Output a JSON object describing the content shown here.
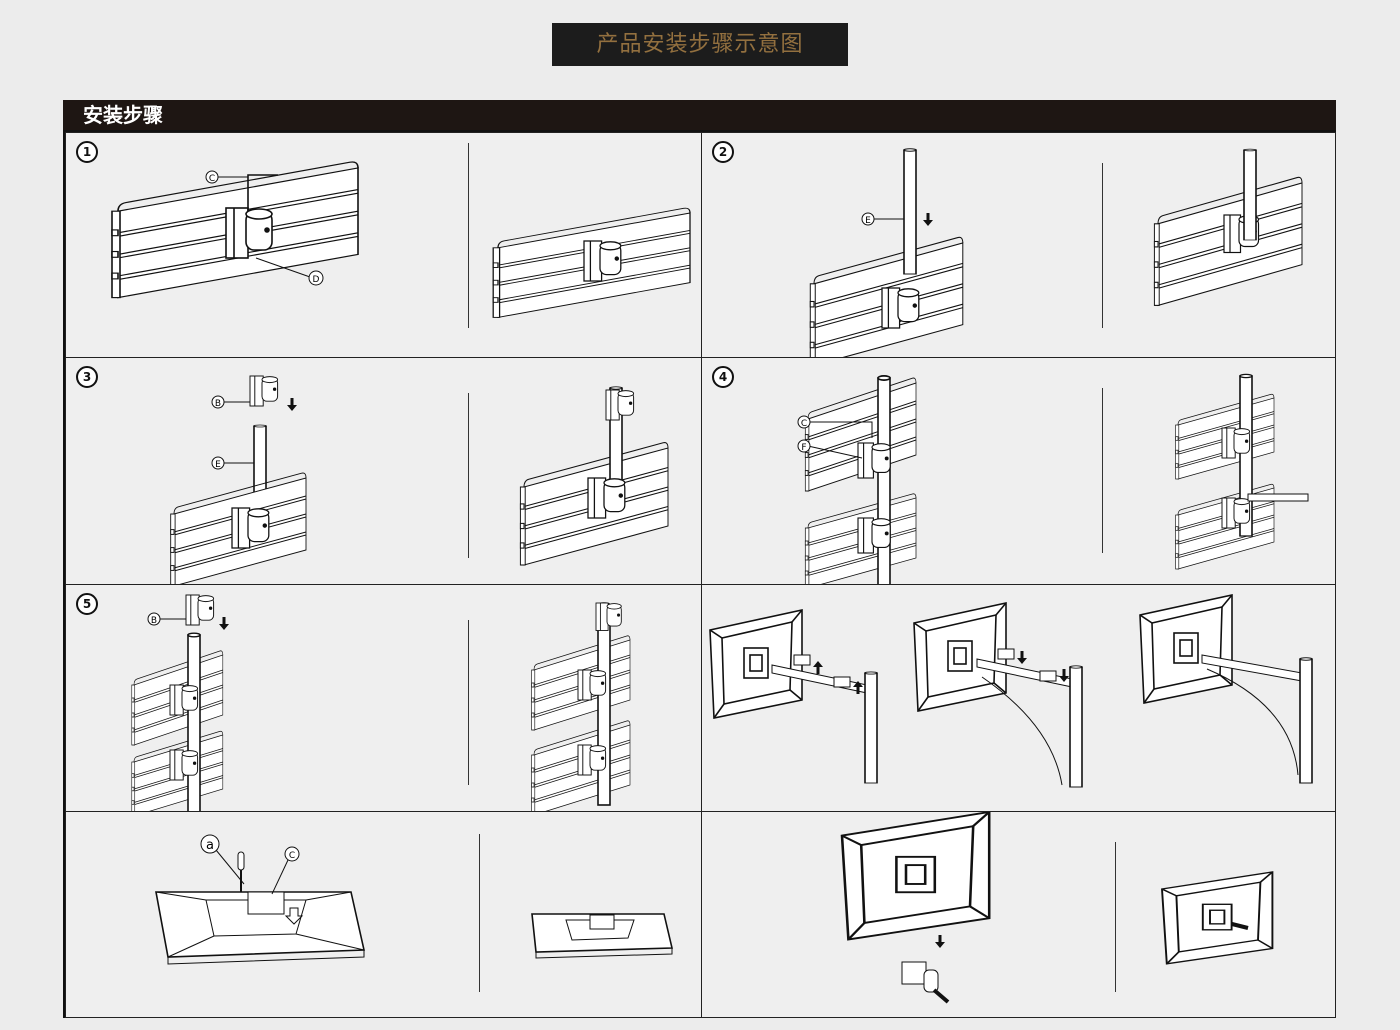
{
  "header": {
    "title": "产品安装步骤示意图"
  },
  "section": {
    "title": "安装步骤"
  },
  "colors": {
    "title_bg": "#1c1c1c",
    "title_text": "#93703f",
    "section_bg": "#1e1613",
    "page_bg": "#ececec"
  },
  "steps": [
    {
      "number": "1",
      "callouts": [
        "C",
        "D"
      ]
    },
    {
      "number": "2",
      "callouts": [
        "E"
      ]
    },
    {
      "number": "3",
      "callouts": [
        "B",
        "E"
      ]
    },
    {
      "number": "4",
      "callouts": [
        "C",
        "F"
      ]
    },
    {
      "number": "5",
      "callouts": [
        "B"
      ]
    }
  ],
  "monitor_step": {
    "callouts": [
      "a",
      "C"
    ]
  }
}
